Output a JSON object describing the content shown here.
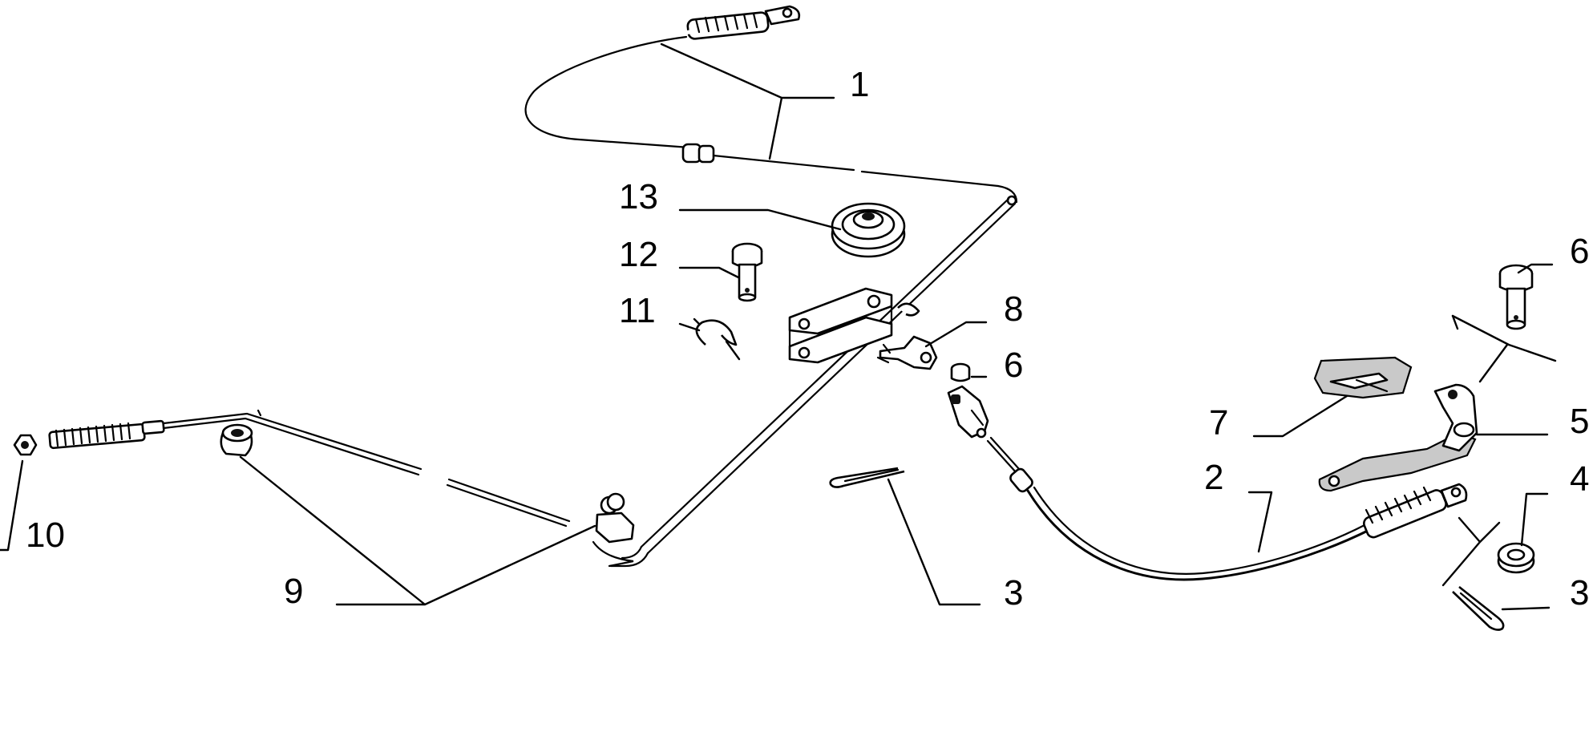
{
  "diagram": {
    "labels": {
      "l1": "1",
      "l2": "2",
      "l3a": "3",
      "l3b": "3",
      "l4": "4",
      "l5": "5",
      "l6a": "6",
      "l6b": "6",
      "l7": "7",
      "l8": "8",
      "l9": "9",
      "l10": "10",
      "l11": "11",
      "l12": "12",
      "l13": "13"
    }
  }
}
